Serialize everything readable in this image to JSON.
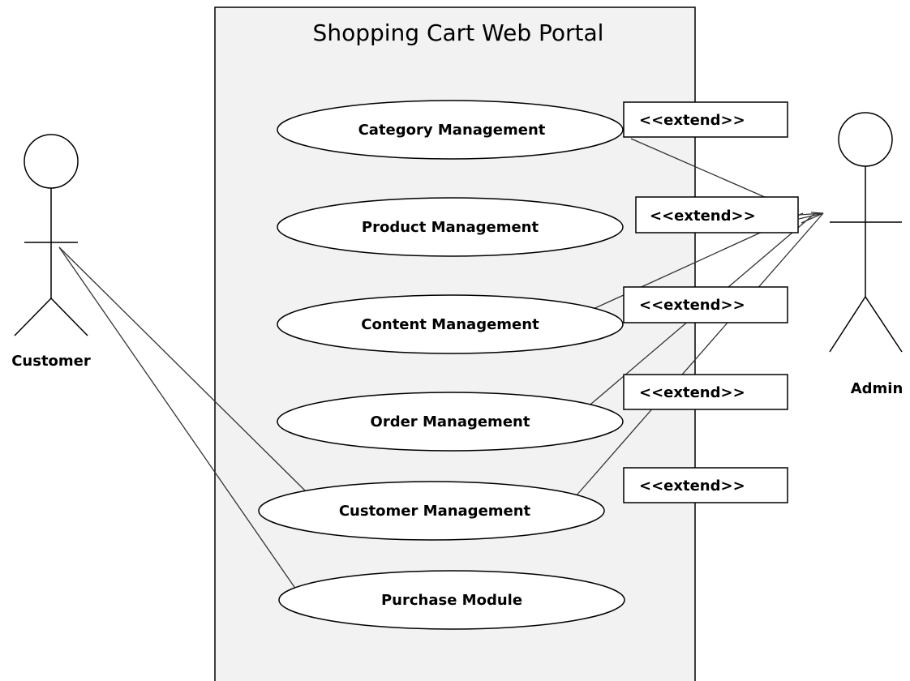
{
  "system": {
    "title": "Shopping Cart Web Portal"
  },
  "actors": {
    "customer": "Customer",
    "admin": "Admin"
  },
  "use_cases": {
    "category": "Category Management",
    "product": "Product Management",
    "content": "Content Management",
    "order": "Order Management",
    "customer_mgmt": "Customer Management",
    "purchase": "Purchase Module"
  },
  "extend_labels": {
    "e1": "<<extend>>",
    "e2": "<<extend>>",
    "e3": "<<extend>>",
    "e4": "<<extend>>",
    "e5": "<<extend>>"
  },
  "colors": {
    "system_fill": "#f2f2f2",
    "stroke": "#000000",
    "line": "#333333"
  }
}
